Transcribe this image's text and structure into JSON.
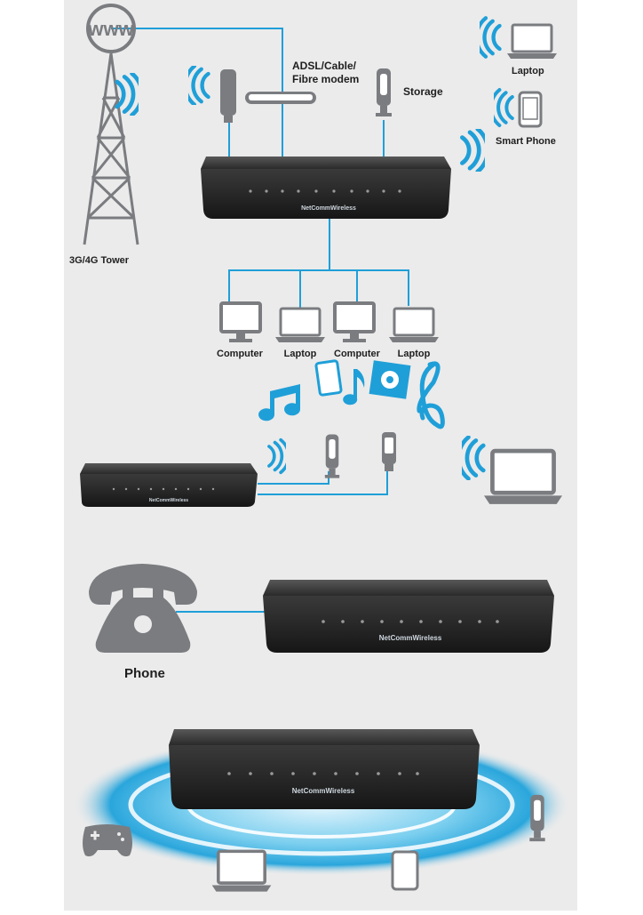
{
  "brand": "NetCommWireless",
  "colors": {
    "panel": "#ebebeb",
    "accent_blue": "#1f9fd8",
    "device_gray": "#7a7c80",
    "router_dark": "#2b2b2b",
    "label_text": "#1e1e1e"
  },
  "scene1": {
    "www_label": "www",
    "tower_label": "3G/4G Tower",
    "modem_label": "ADSL/Cable/\nFibre modem",
    "storage_label": "Storage",
    "laptop_label": "Laptop",
    "smartphone_label": "Smart Phone",
    "lan_devices": [
      {
        "label": "Computer"
      },
      {
        "label": "Laptop"
      },
      {
        "label": "Computer"
      },
      {
        "label": "Laptop"
      }
    ]
  },
  "scene3": {
    "phone_label": "Phone"
  },
  "icons": [
    "globe-www-icon",
    "cell-tower-icon",
    "usb-dongle-icon",
    "modem-icon",
    "storage-icon",
    "laptop-icon",
    "smartphone-icon",
    "router-icon",
    "computer-icon",
    "music-note-icon",
    "tablet-icon",
    "film-reel-icon",
    "treble-clef-icon",
    "usb-stick-icon",
    "telephone-icon",
    "gamepad-icon",
    "wifi-waves-icon"
  ]
}
